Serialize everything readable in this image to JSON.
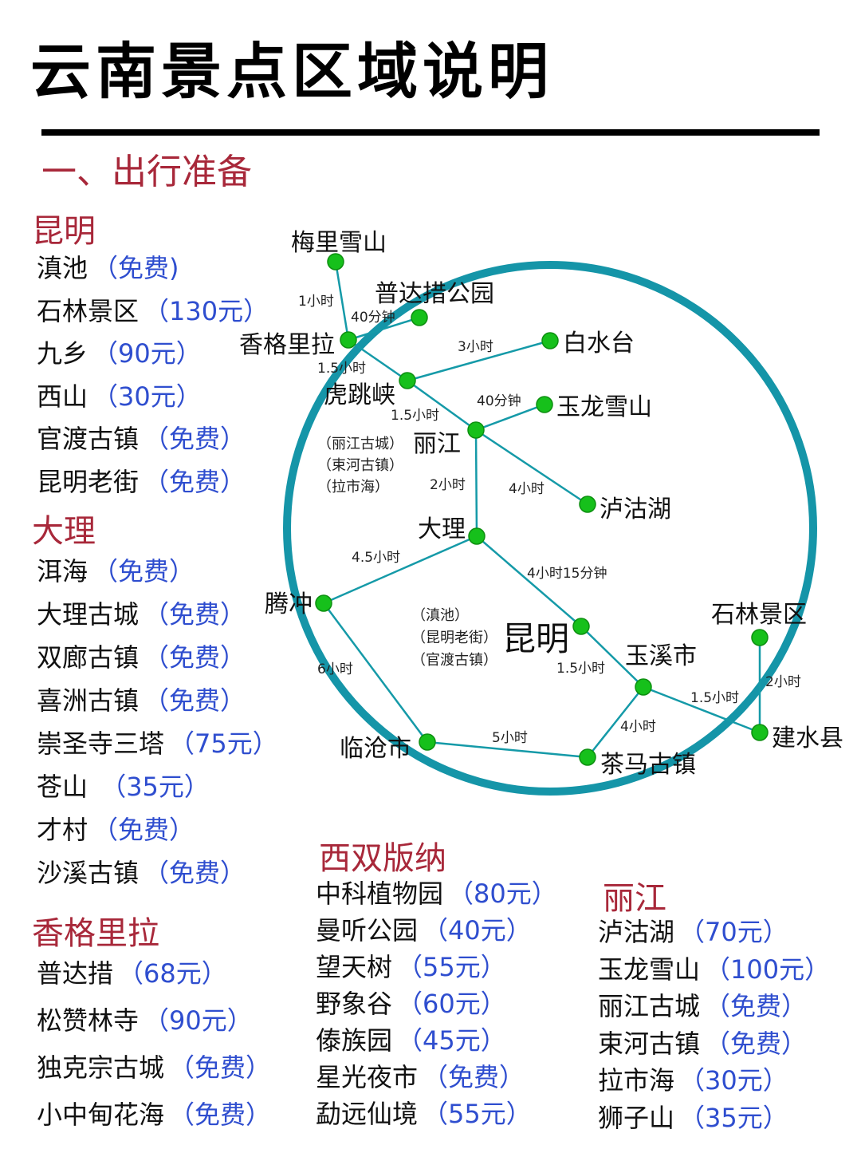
{
  "title": "云南景点区域说明",
  "section_heading": "一、出行准备",
  "colors": {
    "heading_red": "#a8283a",
    "price_blue": "#2f4ecf",
    "circle_teal": "#1595a8",
    "route_teal": "#159aa8",
    "node_green": "#16c01b"
  },
  "regions": {
    "kunming": {
      "name": "昆明",
      "spots": [
        {
          "name": "滇池",
          "price": "（免费)"
        },
        {
          "name": "石林景区",
          "price": "（130元）"
        },
        {
          "name": "九乡",
          "price": "（90元）"
        },
        {
          "name": "西山",
          "price": "（30元）"
        },
        {
          "name": "官渡古镇",
          "price": "（免费）"
        },
        {
          "name": "昆明老街",
          "price": "（免费）"
        }
      ]
    },
    "dali": {
      "name": "大理",
      "spots": [
        {
          "name": "洱海",
          "price": "（免费）"
        },
        {
          "name": "大理古城",
          "price": "（免费）"
        },
        {
          "name": "双廊古镇",
          "price": "（免费）"
        },
        {
          "name": "喜洲古镇",
          "price": "（免费）"
        },
        {
          "name": "崇圣寺三塔",
          "price": "（75元）"
        },
        {
          "name": "苍山",
          "price": " （35元）"
        },
        {
          "name": "才村",
          "price": "（免费）"
        },
        {
          "name": "沙溪古镇",
          "price": "（免费）"
        }
      ]
    },
    "shangrila": {
      "name": "香格里拉",
      "spots": [
        {
          "name": "普达措",
          "price": "（68元）"
        },
        {
          "name": "松赞林寺",
          "price": "（90元）"
        },
        {
          "name": "独克宗古城",
          "price": "（免费）"
        },
        {
          "name": "小中甸花海",
          "price": "（免费）"
        }
      ]
    },
    "xishuangbanna": {
      "name": "西双版纳",
      "spots": [
        {
          "name": "中科植物园",
          "price": "（80元）"
        },
        {
          "name": "曼听公园",
          "price": "（40元）"
        },
        {
          "name": "望天树",
          "price": "（55元）"
        },
        {
          "name": "野象谷",
          "price": "（60元）"
        },
        {
          "name": "傣族园",
          "price": "（45元）"
        },
        {
          "name": "星光夜市",
          "price": "（免费）"
        },
        {
          "name": "勐远仙境",
          "price": "（55元）"
        }
      ]
    },
    "lijiang": {
      "name": "丽江",
      "spots": [
        {
          "name": "泸沽湖",
          "price": "（70元）"
        },
        {
          "name": "玉龙雪山",
          "price": "（100元）"
        },
        {
          "name": "丽江古城",
          "price": "（免费）"
        },
        {
          "name": "束河古镇",
          "price": "（免费）"
        },
        {
          "name": "拉市海",
          "price": "（30元）"
        },
        {
          "name": "狮子山",
          "price": "（35元）"
        }
      ]
    }
  },
  "map": {
    "nodes": {
      "meili": "梅里雪山",
      "pudacuo": "普达措公园",
      "shangrila": "香格里拉",
      "baishuitai": "白水台",
      "hutiaoxia": "虎跳峡",
      "yulong": "玉龙雪山",
      "lijiang": "丽江",
      "luguhu": "泸沽湖",
      "dali": "大理",
      "tengchong": "腾冲",
      "kunming": "昆明",
      "yuxi": "玉溪市",
      "shilin": "石林景区",
      "jianshui": "建水县",
      "lincang": "临沧市",
      "chamagu": "茶马古镇"
    },
    "routes": [
      {
        "from": "meili",
        "to": "shangrila",
        "time": "1小时"
      },
      {
        "from": "shangrila",
        "to": "pudacuo",
        "time": "40分钟"
      },
      {
        "from": "shangrila",
        "to": "hutiaoxia",
        "time": "1.5小时"
      },
      {
        "from": "hutiaoxia",
        "to": "baishuitai",
        "time": "3小时"
      },
      {
        "from": "hutiaoxia",
        "to": "lijiang",
        "time": "1.5小时"
      },
      {
        "from": "lijiang",
        "to": "yulong",
        "time": "40分钟"
      },
      {
        "from": "lijiang",
        "to": "luguhu",
        "time": "4小时"
      },
      {
        "from": "lijiang",
        "to": "dali",
        "time": "2小时"
      },
      {
        "from": "dali",
        "to": "tengchong",
        "time": "4.5小时"
      },
      {
        "from": "dali",
        "to": "kunming",
        "time": "4小时15分钟"
      },
      {
        "from": "kunming",
        "to": "yuxi",
        "time": "1.5小时"
      },
      {
        "from": "yuxi",
        "to": "jianshui",
        "time": "1.5小时"
      },
      {
        "from": "shilin",
        "to": "jianshui",
        "time": "2小时"
      },
      {
        "from": "yuxi",
        "to": "chamagu",
        "time": "4小时"
      },
      {
        "from": "lincang",
        "to": "chamagu",
        "time": "5小时"
      },
      {
        "from": "tengchong",
        "to": "lincang",
        "time": "6小时"
      }
    ],
    "lijiang_notes": [
      "（丽江古城）",
      "（束河古镇）",
      "（拉市海）"
    ],
    "kunming_notes": [
      "（滇池）",
      "（昆明老街）",
      "（官渡古镇）"
    ]
  }
}
